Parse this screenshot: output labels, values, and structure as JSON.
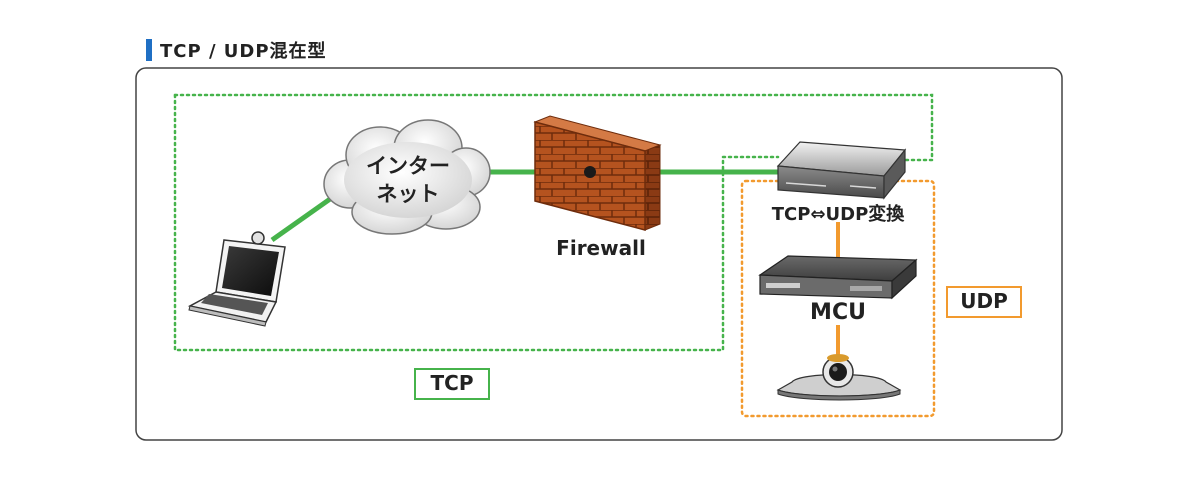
{
  "title": "TCP / UDP混在型",
  "labels": {
    "internet_line1": "インター",
    "internet_line2": "ネット",
    "firewall": "Firewall",
    "converter": "TCP⇔UDP変換",
    "mcu": "MCU",
    "tcp": "TCP",
    "udp": "UDP"
  },
  "colors": {
    "title_accent": "#1f6fc4",
    "tcp": "#46b34b",
    "udp": "#f29a2e",
    "frame": "#444444",
    "brick": "#b5531f"
  },
  "icons": [
    "laptop-icon",
    "cloud-icon",
    "firewall-icon",
    "network-device-icon",
    "mcu-device-icon",
    "camera-icon"
  ]
}
